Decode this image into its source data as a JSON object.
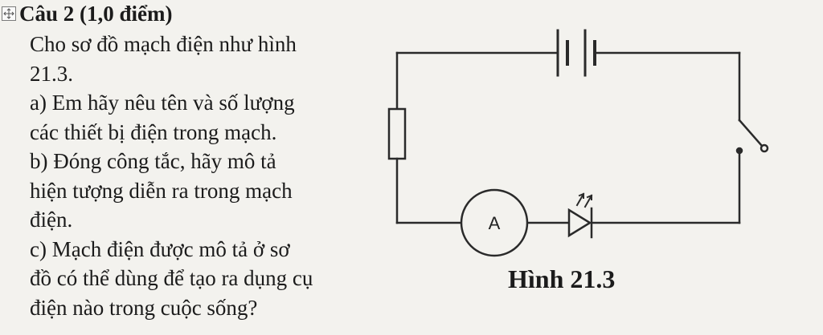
{
  "question": {
    "heading": "Câu 2 (1,0 điểm)",
    "lines": [
      "Cho sơ đồ mạch điện như hình",
      "21.3.",
      "a) Em hãy nêu tên và số lượng",
      "các thiết bị điện trong mạch.",
      "b) Đóng công tắc, hãy mô tả",
      "hiện tượng diễn ra trong mạch",
      "điện.",
      "c) Mạch điện được mô tả ở sơ",
      "đồ có thể dùng để tạo ra dụng cụ",
      "điện nào trong cuộc sống?"
    ]
  },
  "figure": {
    "ammeter_symbol": "A",
    "caption": "Hình 21.3",
    "components": [
      "battery",
      "switch",
      "led",
      "ammeter",
      "resistor"
    ]
  },
  "icons": {
    "table_move_handle": "move-handle-icon"
  }
}
